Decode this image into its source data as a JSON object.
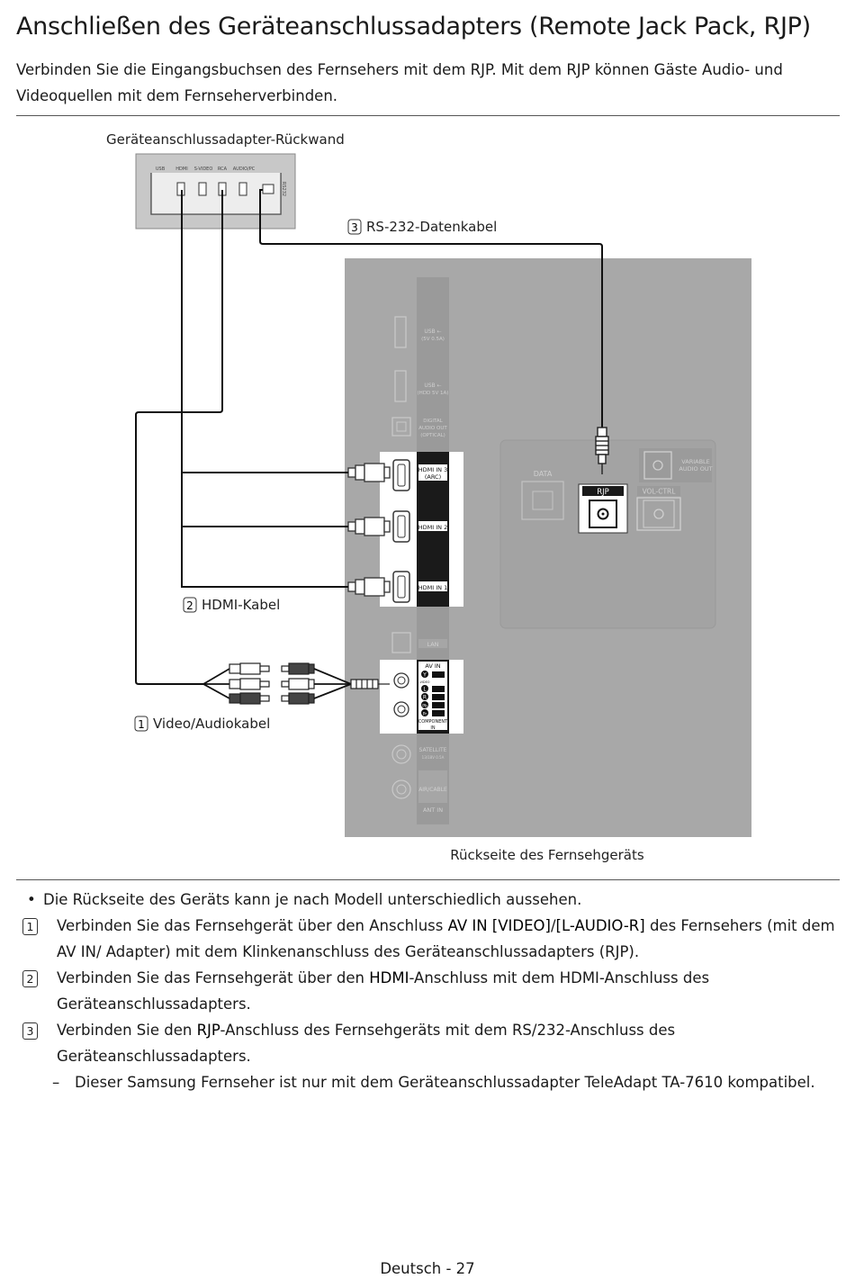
{
  "page": {
    "title": "Anschließen des Geräteanschlussadapters (Remote Jack Pack, RJP)",
    "intro": "Verbinden Sie die Eingangsbuchsen des Fernsehers mit dem RJP. Mit dem RJP können Gäste Audio- und Videoquellen mit dem Fernseherverbinden.",
    "footer": "Deutsch - 27"
  },
  "diagram": {
    "adapter_label": "Geräteanschlussadapter-Rückwand",
    "adapter_ports": [
      "USB",
      "HDMI",
      "S-VIDEO",
      "RCA",
      "AUDIO/PC"
    ],
    "adapter_rs232": "RS232",
    "tv_label": "Rückseite des Fernsehgeräts",
    "callouts": [
      {
        "num": "3",
        "text": "RS-232-Datenkabel"
      },
      {
        "num": "2",
        "text": "HDMI-Kabel"
      },
      {
        "num": "1",
        "text": "Video/Audiokabel"
      }
    ],
    "tv_ports": {
      "usb1": [
        "USB ⇠",
        "(5V 0.5A)"
      ],
      "usb2": [
        "USB ⇠",
        "(HDD 5V 1A)"
      ],
      "optical": [
        "DIGITAL",
        "AUDIO OUT",
        "(OPTICAL)"
      ],
      "hdmi3": [
        "HDMI IN 3",
        "(ARC)"
      ],
      "hdmi2": "HDMI IN 2",
      "hdmi1": "HDMI IN 1",
      "lan": "LAN",
      "av_in": "AV IN",
      "av_video": "VIDEO",
      "av_letters": [
        "Y",
        "L",
        "R",
        "Pb",
        "Pr"
      ],
      "component": [
        "COMPONENT",
        "IN"
      ],
      "satellite": [
        "SATELLITE",
        "13/18V 0.5A"
      ],
      "air_cable": "AIR/CABLE",
      "ant_in": "ANT IN",
      "data": "DATA",
      "rjp": "RJP",
      "variable_audio": [
        "VARIABLE",
        "AUDIO OUT"
      ],
      "vol_ctrl": "VOL-CTRL"
    }
  },
  "notes": {
    "bullet": "Die Rückseite des Geräts kann je nach Modell unterschiedlich aussehen.",
    "steps": [
      {
        "num": "1",
        "pre": "Verbinden Sie das Fernsehgerät über den Anschluss ",
        "bold": "AV IN [VIDEO]",
        "mid": "/",
        "bold2": "[L-AUDIO-R]",
        "post": " des Fernsehers (mit dem AV IN/ Adapter) mit dem Klinkenanschluss des Geräteanschlussadapters (RJP)."
      },
      {
        "num": "2",
        "pre": "Verbinden Sie das Fernsehgerät über den ",
        "bold": "HDMI",
        "post": "-Anschluss mit dem HDMI-Anschluss des Geräteanschlussadapters."
      },
      {
        "num": "3",
        "pre": "Verbinden Sie den ",
        "bold": "RJP",
        "post": "-Anschluss des Fernsehgeräts mit dem RS/232-Anschluss des Geräteanschlussadapters."
      }
    ],
    "sub_note": "Dieser Samsung Fernseher ist nur mit dem Geräteanschlussadapter TeleAdapt TA-7610 kompatibel.",
    "dash": "–"
  }
}
